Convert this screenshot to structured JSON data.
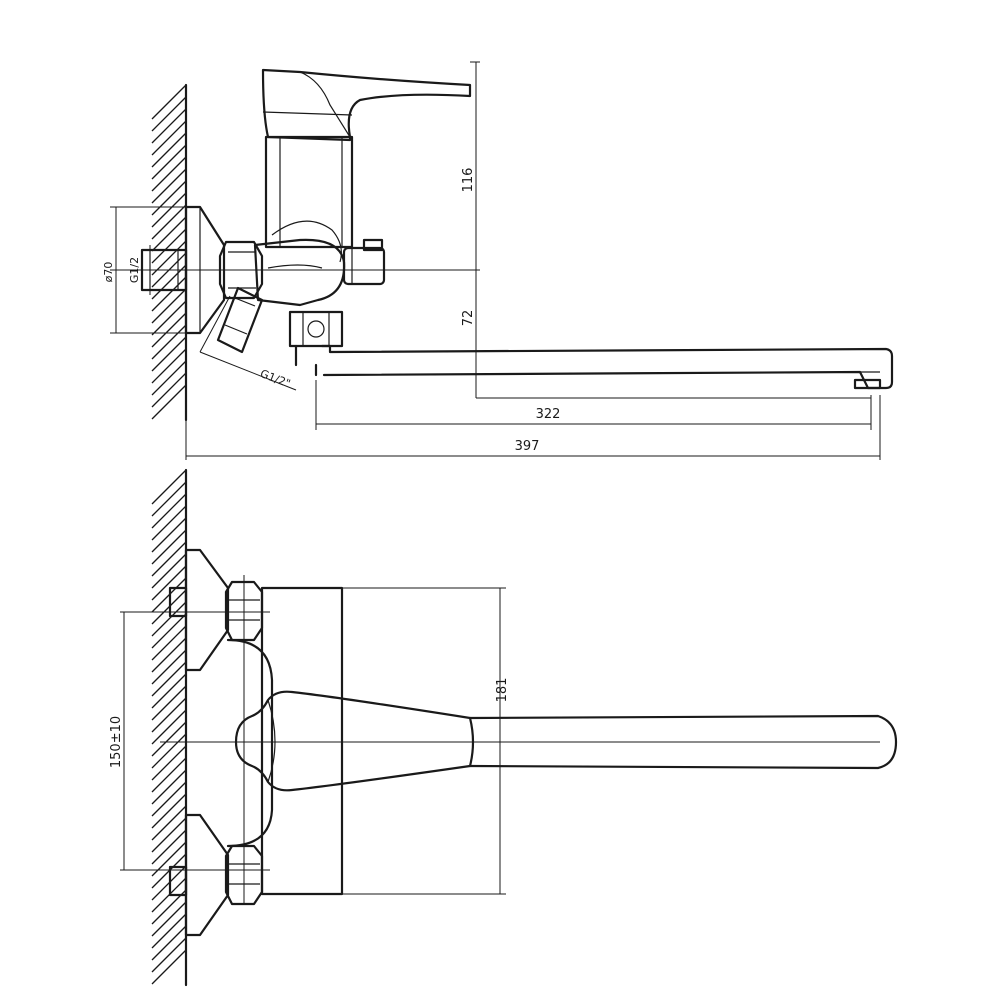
{
  "side_view": {
    "dim_height_top": "116",
    "dim_height_bottom": "72",
    "dim_spout_reach": "322",
    "dim_overall_length": "397",
    "dim_flange_diameter": "ø70",
    "thread_inlet": "G1/2",
    "thread_outlet": "G1/2\""
  },
  "front_view": {
    "dim_height": "181",
    "dim_inlet_spacing": "150±10"
  }
}
